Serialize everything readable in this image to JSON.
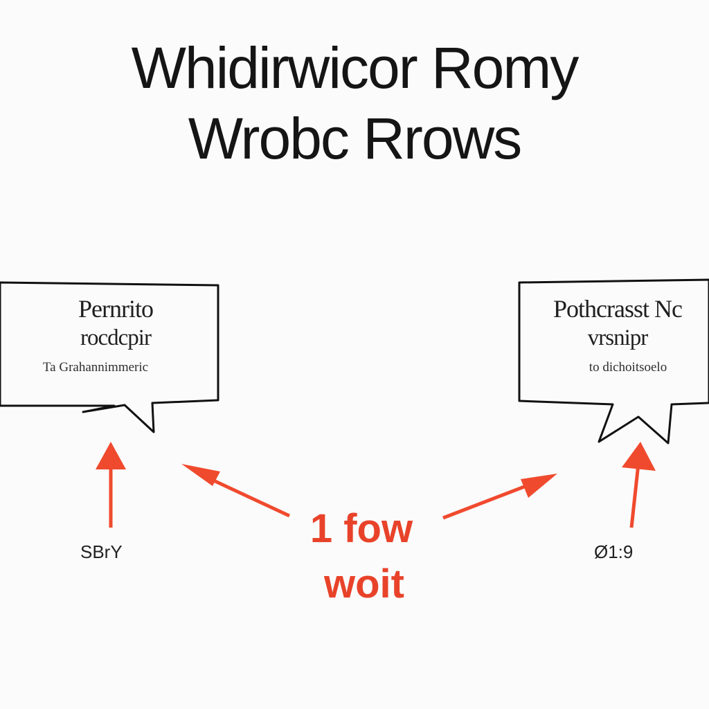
{
  "diagram": {
    "title_line_1": "Whidirwicor Romy",
    "title_line_2": "Wrobc Rrows",
    "left_box": {
      "line_1": "Pernrito",
      "line_2": "rocdcpir",
      "line_3": "Ta  Grahannimmeric"
    },
    "right_box": {
      "line_1": "Pothcrasst Nc",
      "line_2": "vrsnipr",
      "line_3": "to dichoitsoelo"
    },
    "left_label": "SBrY",
    "right_label": "Ø1:9",
    "flow_label_line_1": "1 fow",
    "flow_label_line_2": "woit",
    "colors": {
      "arrow": "#f04a2e",
      "text": "#1a1a1a",
      "box_stroke": "#111111",
      "background": "#fbfbfb"
    }
  }
}
